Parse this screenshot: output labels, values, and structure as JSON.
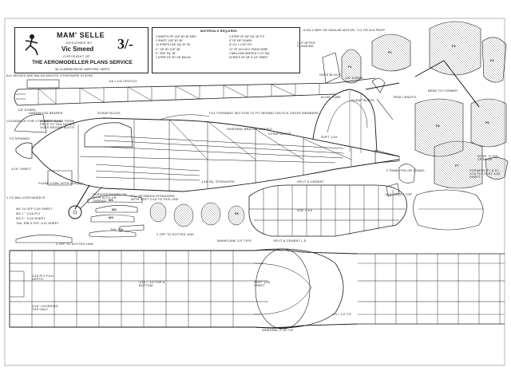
{
  "title_block": {
    "title": "MAM' SELLE",
    "designed_by_label": "DESIGNED BY",
    "designer": "Vic Smeed",
    "copyright": "COPYRIGHT OF",
    "publisher": "THE AEROMODELLER PLANS SERVICE",
    "address": "38, CLARENDON RD, WATFORD, HERTS",
    "price": "3/-"
  },
  "header_note": "ALL WOODS ARE BALSA UNLESS OTHERWISE STATED",
  "motor_note": "A  ED-2 BEE OR SIMILAR MOTOR, 7×4 OR 8×4 PROP",
  "materials": {
    "heading": "MATERIALS REQUIRED",
    "left": [
      "2 SHEETS OF 1/16\" BY 36\" MED.",
      "1 SHEET 1/32\" BY 36\"",
      "12 STRIPS 1/16\" SQ. BY 36\"",
      "6  \"  1/8\" BY 1/16\" 36\"",
      "6  \"  3/32\" SQ. 36\"",
      "1 STRIP 1/4\" BY 1/8\" BALSA"
    ],
    "right": [
      "1 STRIP OF 1/8\" SQ. 36\" F.S.",
      "6\" OF 1/8\" DOWEL",
      "6\"×12\" × 1/16\" PLY",
      "12\" OF 16 S.W.G. PIANO WIRE",
      "2 BALLOON WHEELS 1 1/2\" DIA.",
      "SCRAPS OF 1/8\" & 1/4\" SHEET"
    ]
  },
  "labels": {
    "crutch": "1/8 × 1/8 CRUTCH",
    "hardwood_bearer": "HARDWOOD BEARER",
    "alum_tube": "ALUM. TUBE",
    "dowel_top": "1/8\" DOWEL",
    "clearance": "CLEARANCE FOR CYLINDER HEAD",
    "rubber_band": "RUBBER BAND FROM PROP TO TAIL HOOKS OVER ENGINE BOLTS",
    "spinner": "F.5 SPINNER",
    "dowel_nose": "1/8\" DOWEL",
    "scrap_block": "SCRAP BLOCK",
    "scrap_block2": "SCRAP BLOCK",
    "fill_former": "FILL FORWARD SECTION TO FIT BEHIND CRUTCH CROSS MEMBERS",
    "dihedral_braces": "DIHEDRAL BRACES 1/16 PLY",
    "scrap_block3": "SCRAP BLOCK",
    "soft_sheet": "SOFT 1/16",
    "fin_dowel": "F PANEL PIN OR DOWEL",
    "plane_cowl": "PLANE COWL WITH 1/16 PLY",
    "sheet_16": "1/16\" SHEET",
    "stringers": "1/16 SQ. STRINGERS",
    "fill_between": "FILL BETWEEN STRINGERS WITH SOFT 1/16 TO THIS LINE",
    "scraper": "SCRAPER BOARD ON WITH SLOT OR THREAD",
    "balloon": "1 1/2 BALLOON WHEELS",
    "sheet_w1": "W1   14 OFF 1/16 SHEET",
    "sheet_w2": "W2   1  \"  1/16 PLY",
    "sheet_w3": "W3   2  \"  1/16 SHEET",
    "tail_rib": "TAIL RIB 6 OFF 1/32 SHEET",
    "rib_tail": "TAIL RIB",
    "off_dotted": "2 OFF TO DOTTED LINE",
    "off_dotted2": "2 OFF TO DOTTED LINE",
    "mainplane": "MAINPLANE 1/4\" TIPS",
    "split_cement": "SPLIT & CEMENT L.E.",
    "split_cement2": "SPLIT & CEMENT",
    "sheet_top": "1/16\" SHEET TOP",
    "cut_after": "CUT AFTER PLANKING",
    "nose_block": "NOSE BLOCK",
    "bend_formers": "BEND TO FORMER",
    "true_length": "TRUE LENGTH",
    "formers": "FORMERS F1 & F2 - 1/16 PLY REST 3/32 SHEET",
    "note_right": "NOTE: 3\" DIA. SPINNER",
    "ply_full": "1/16 PLY FULL DEPTH",
    "covering": "1/16\" COVERING TOP ONLY",
    "top_bottom": "1/16 × 1/4 TOP & BOTTOM",
    "soft_sheet2": "SOFT 1/16 SHEET",
    "dihedral_tip": "DIHEDRAL 2\" AT TIP",
    "te_label": "1/4 × 1/2 T.E.",
    "ts_label": "3/32 × 1/4",
    "w1": "W1",
    "w2": "W2",
    "w3": "W3",
    "f1": "F1",
    "f2": "F2",
    "f3": "F3",
    "f4": "F4",
    "f5": "F5",
    "f6": "F6",
    "f7": "F7",
    "f8": "F8"
  }
}
